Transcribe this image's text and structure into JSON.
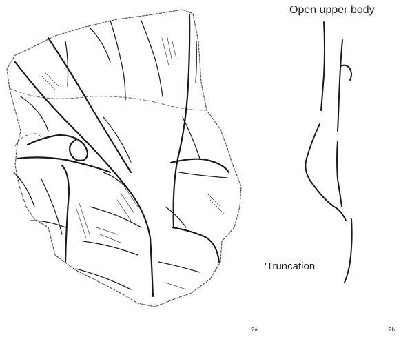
{
  "figure": {
    "panel_a_label": "2a",
    "panel_b_label": "2b",
    "annotation_top": "Open upper body",
    "annotation_bottom": "'Truncation'"
  },
  "colors": {
    "line": "#1a1a1a",
    "outline": "#555555",
    "background": "#ffffff"
  }
}
